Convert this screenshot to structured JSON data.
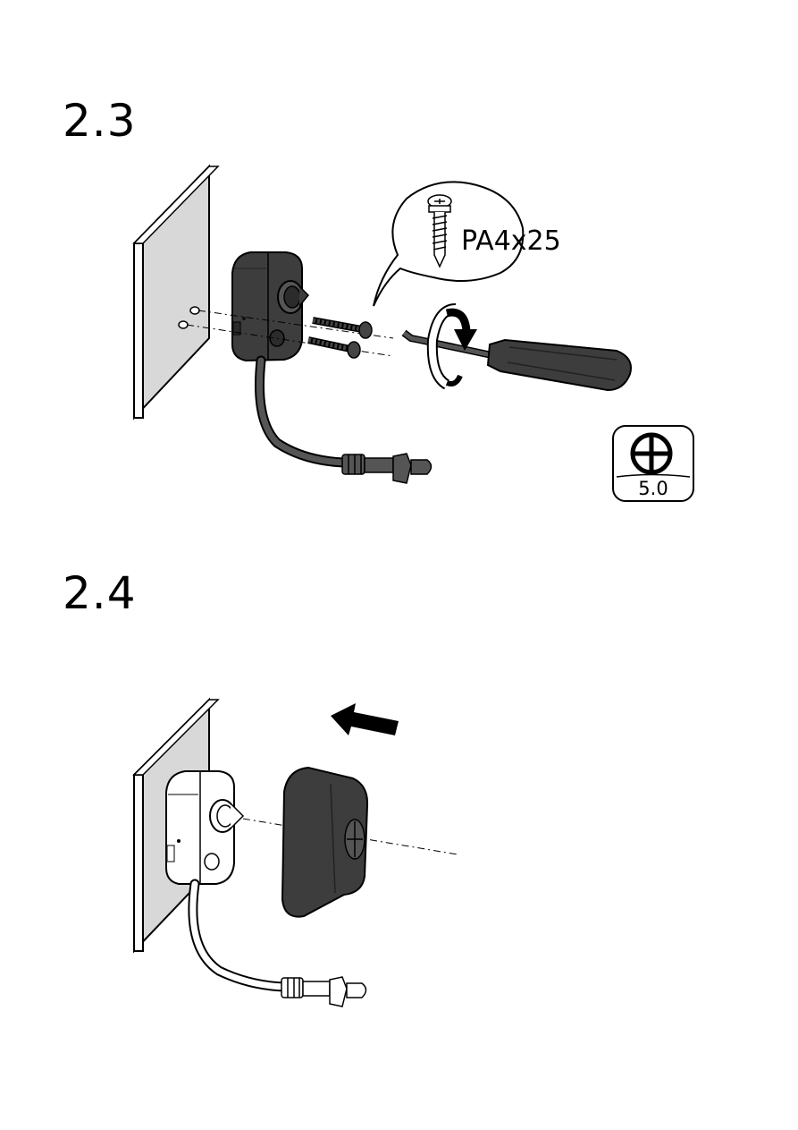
{
  "steps": [
    {
      "number": "2.3",
      "screw_label": "PA4x25",
      "bit_size": "5.0"
    },
    {
      "number": "2.4"
    }
  ],
  "colors": {
    "ink": "#000000",
    "dark_part": "#3d3d3d",
    "wall": "#d8d8d8",
    "light_part": "#ffffff"
  },
  "icons": [
    "phillips-bit-icon",
    "screwdriver-icon",
    "rotation-arrow-icon",
    "push-arrow-icon",
    "screw-icon"
  ]
}
